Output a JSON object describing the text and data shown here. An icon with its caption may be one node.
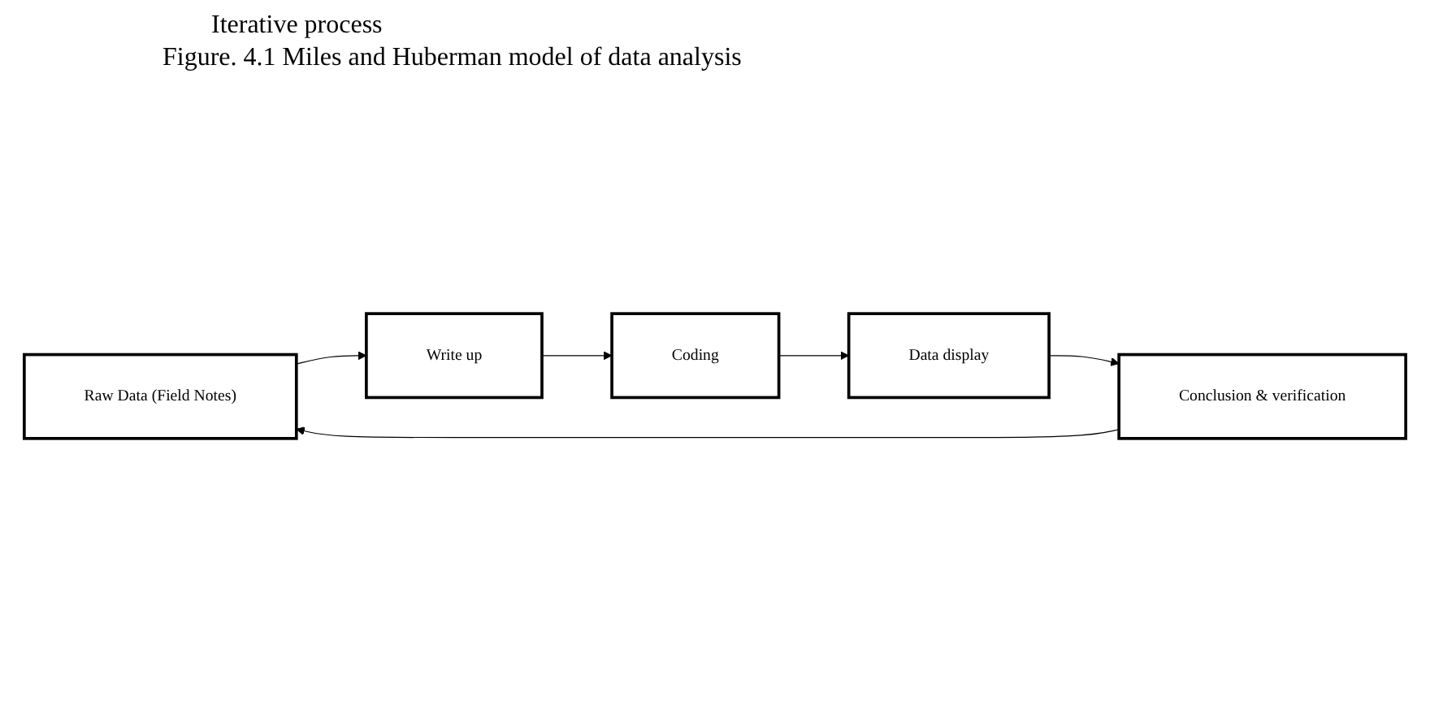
{
  "diagram": {
    "title": "Figure. 4.1 Miles and Huberman model of data analysis",
    "nodes": [
      {
        "text": [
          "Raw Data (Field Notes)"
        ]
      },
      {
        "text": [
          "Write up"
        ]
      },
      {
        "text": [
          "Coding"
        ]
      },
      {
        "text": [
          "Data display"
        ]
      },
      {
        "text": [
          "Conclusion & verification"
        ]
      }
    ],
    "edges": [
      {
        "from": 0,
        "to": 1,
        "arrow": "to"
      },
      {
        "from": 1,
        "to": 2,
        "arrow": "to"
      },
      {
        "from": 2,
        "to": 3,
        "arrow": "to"
      },
      {
        "from": 3,
        "to": 4,
        "arrow": "to"
      },
      {
        "from": 4,
        "to": 0,
        "arrow": "to"
      }
    ],
    "labels": [
      "Iterative process"
    ]
  }
}
